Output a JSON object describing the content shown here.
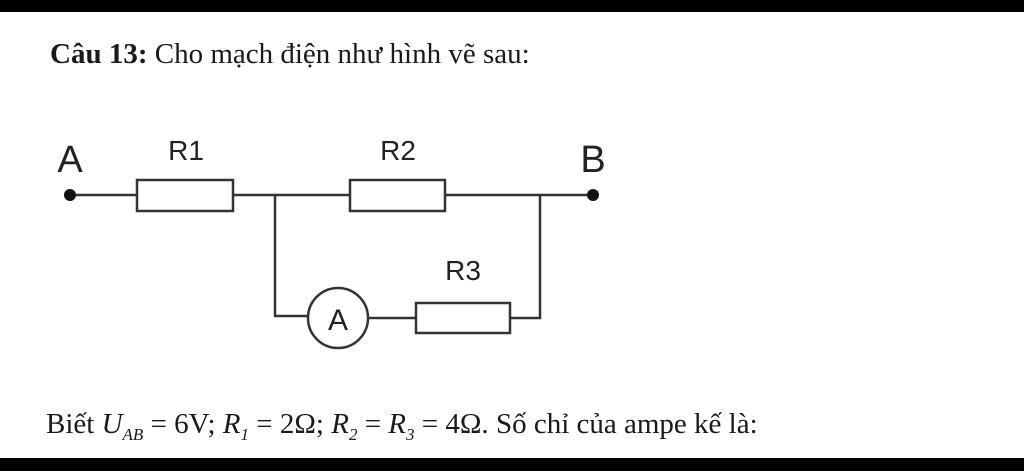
{
  "question": {
    "number_label": "Câu 13:",
    "prompt": "Cho mạch điện như hình vẽ sau:"
  },
  "diagram": {
    "node_a": "A",
    "node_b": "B",
    "r1": "R1",
    "r2": "R2",
    "r3": "R3",
    "ammeter": "A"
  },
  "given": {
    "lead": "Biết",
    "u": "U",
    "u_sub": "AB",
    "u_val": " = 6V; ",
    "r": "R",
    "r1_sub": "1",
    "r1_val": " = 2Ω; ",
    "r2_sub": "2",
    "eq": " = ",
    "r3_sub": "3",
    "r3_val": " = 4Ω.",
    "tail": " Số chỉ của ampe kế là:"
  }
}
